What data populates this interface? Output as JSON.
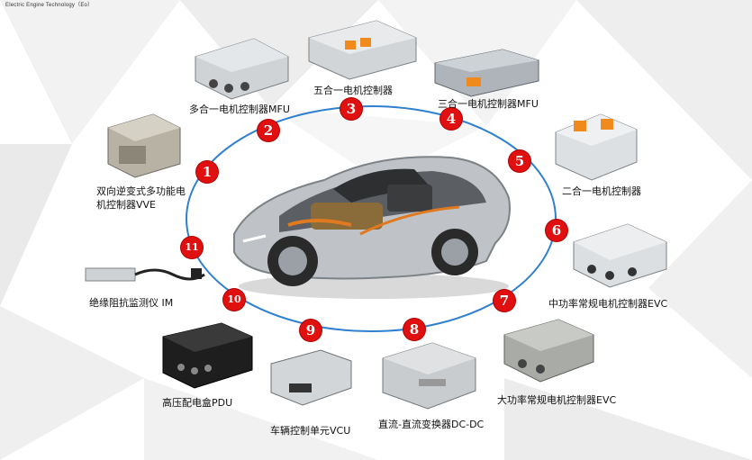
{
  "header": {
    "company": "Electric Engine Technology（Eo）"
  },
  "colors": {
    "badge": "#e01010",
    "ring": "#2f7fd1",
    "text": "#111111"
  },
  "badges": [
    "1",
    "2",
    "3",
    "4",
    "5",
    "6",
    "7",
    "8",
    "9",
    "10",
    "11"
  ],
  "labels": {
    "l1a": "双向逆变式多功能电",
    "l1b": "机控制器VVE",
    "l2": "多合一电机控制器MFU",
    "l3": "五合一电机控制器",
    "l4": "三合一电机控制器MFU",
    "l5": "二合一电机控制器",
    "l6": "中功率常规电机控制器EVC",
    "l7": "大功率常规电机控制器EVC",
    "l8": "直流-直流变换器DC-DC",
    "l9": "车辆控制单元VCU",
    "l10": "高压配电盒PDU",
    "l11": "绝缘阻抗监测仪 IM"
  }
}
